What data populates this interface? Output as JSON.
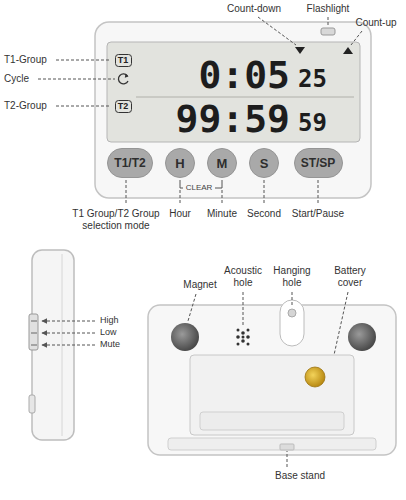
{
  "diagram": {
    "nodes": [
      {
        "text": [
          "T1"
        ]
      },
      {
        "text": [
          "T2"
        ]
      },
      {
        "text": [
          "T1/T2"
        ]
      },
      {
        "text": [
          "H"
        ]
      },
      {
        "text": [
          "M"
        ]
      },
      {
        "text": [
          "S"
        ]
      },
      {
        "text": [
          "ST/SP"
        ]
      }
    ],
    "labels": [
      "Count-down",
      "Flashlight",
      "Count-up",
      "T1-Group",
      "Cycle",
      "T2-Group",
      "0:05",
      "25",
      "99:59",
      "59",
      "CLEAR",
      "T1 Group/T2 Group selection mode",
      "Hour",
      "Minute",
      "Second",
      "Start/Pause",
      "High",
      "Low",
      "Mute",
      "Magnet",
      "Acoustic hole",
      "Hanging hole",
      "Battery cover",
      "Base stand"
    ]
  }
}
